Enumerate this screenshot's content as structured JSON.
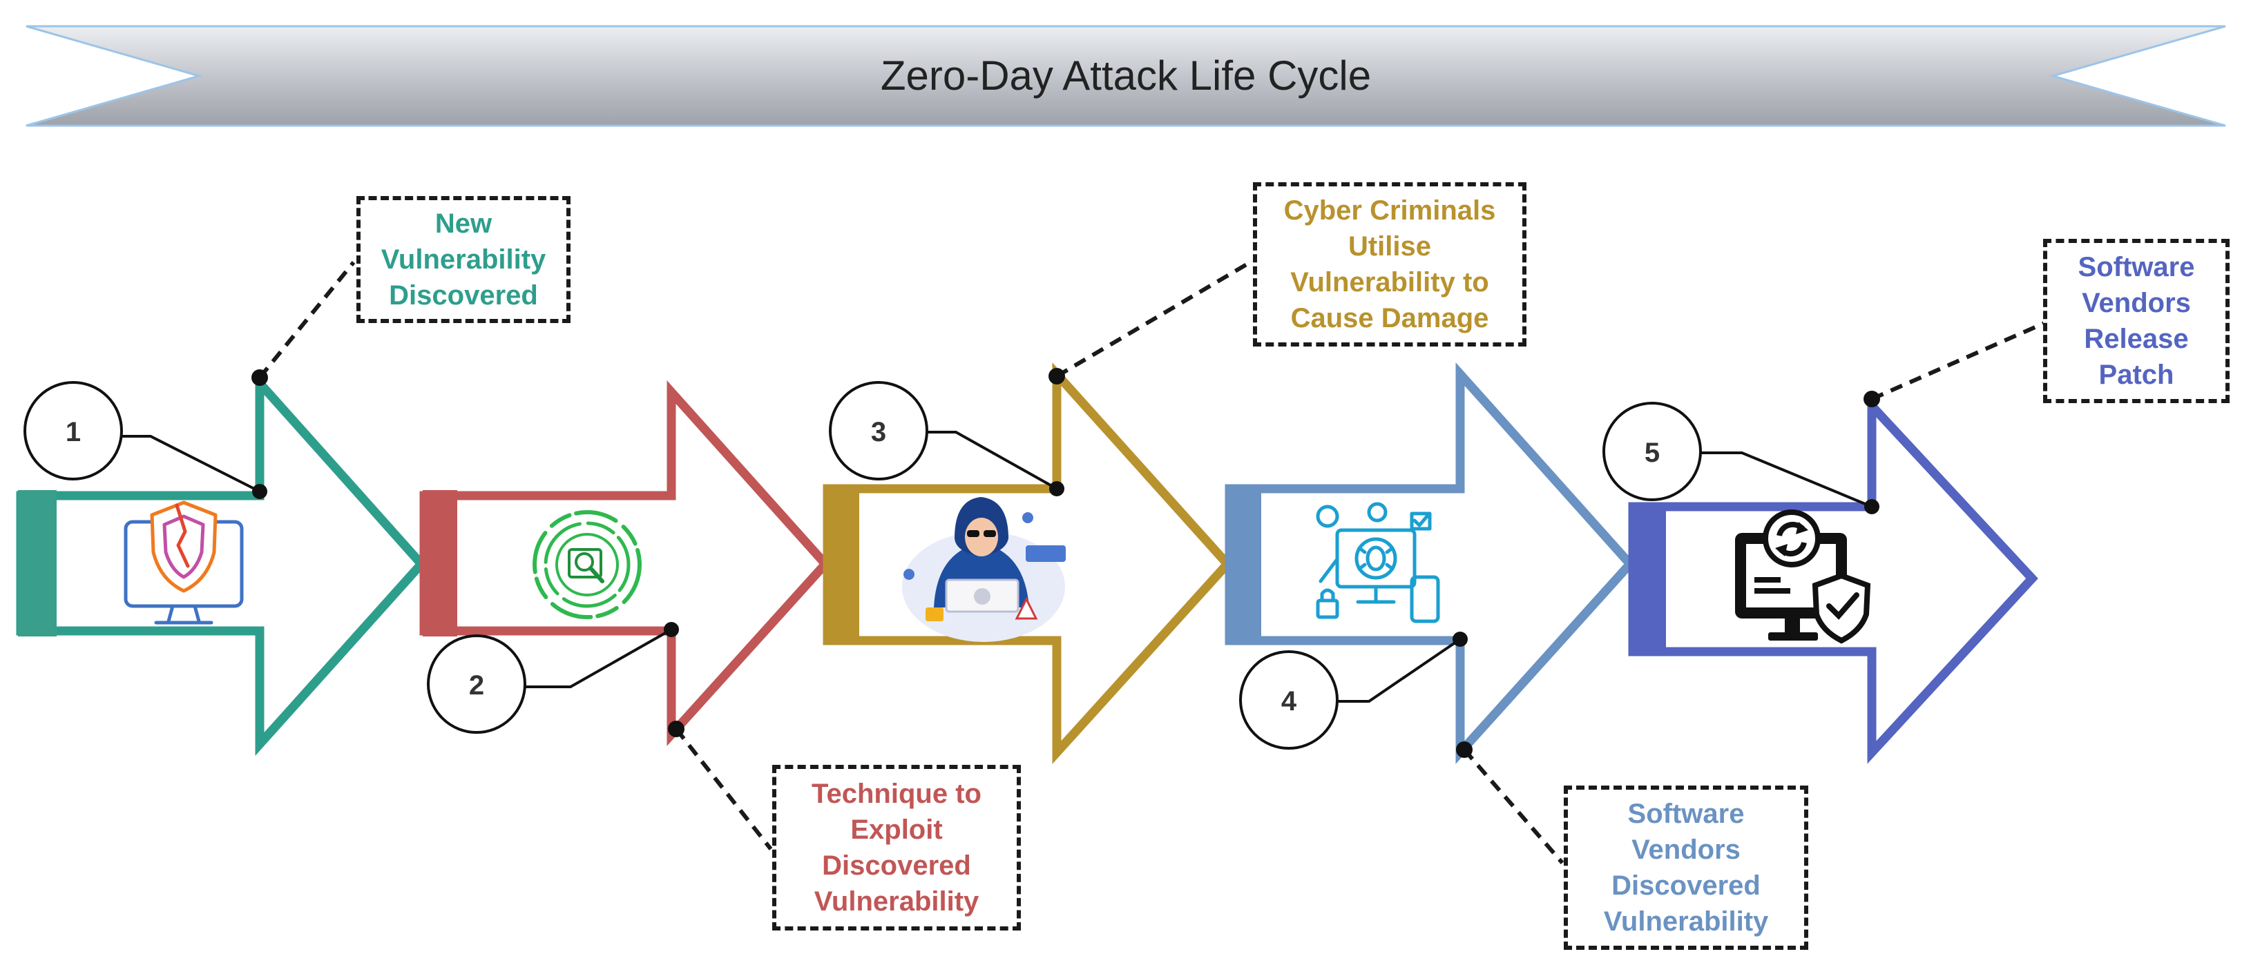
{
  "banner": {
    "title": "Zero-Day Attack Life Cycle"
  },
  "steps": [
    {
      "number": "1",
      "color": "#2e9e8c",
      "label": [
        "New",
        "Vulnerability",
        "Discovered"
      ],
      "icon": "monitor-broken-shield-icon"
    },
    {
      "number": "2",
      "color": "#c15656",
      "label": [
        "Technique to",
        "Exploit",
        "Discovered",
        "Vulnerability"
      ],
      "icon": "circular-magnifier-icon"
    },
    {
      "number": "3",
      "color": "#b8922d",
      "label": [
        "Cyber Criminals",
        "Utilise",
        "Vulnerability to",
        "Cause Damage"
      ],
      "icon": "hooded-hacker-icon"
    },
    {
      "number": "4",
      "color": "#6a92c2",
      "label": [
        "Software",
        "Vendors",
        "Discovered",
        "Vulnerability"
      ],
      "icon": "bug-monitor-icon"
    },
    {
      "number": "5",
      "color": "#5464c0",
      "label": [
        "Software",
        "Vendors",
        "Release",
        "Patch"
      ],
      "icon": "monitor-patch-shield-icon"
    }
  ]
}
